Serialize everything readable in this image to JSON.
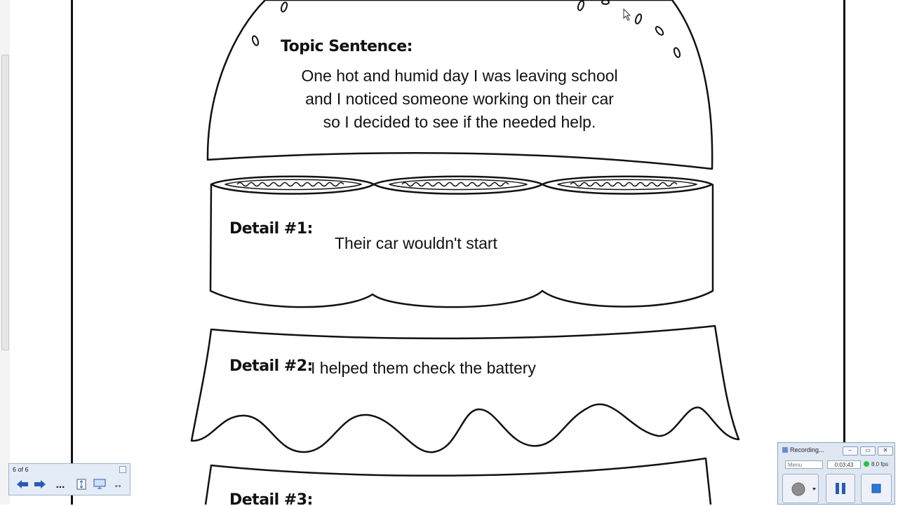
{
  "worksheet": {
    "topic_label": "Topic Sentence:",
    "topic_lines": [
      "One hot and humid day I was leaving school",
      "and I noticed someone working on their car",
      "so I decided to see if the needed help."
    ],
    "detail1_label": "Detail #1:",
    "detail1_text": "Their car wouldn't start",
    "detail2_label": "Detail #2:",
    "detail2_text": "I helped them check the battery",
    "detail3_label": "Detail #3:"
  },
  "navigator": {
    "counter": "6 of 6",
    "more_label": "...",
    "icons": [
      "arrow-left-icon",
      "arrow-right-icon",
      "more-icon",
      "fit-page-icon",
      "monitor-icon",
      "fit-width-icon"
    ]
  },
  "recorder": {
    "title": "Recording...",
    "menu_label": "Menu",
    "elapsed": "0:03:43",
    "fps": "8.0 fps",
    "status_color": "#2fbf3f",
    "icons": [
      "recording-app-icon",
      "record-icon",
      "pause-icon",
      "stop-icon"
    ]
  }
}
